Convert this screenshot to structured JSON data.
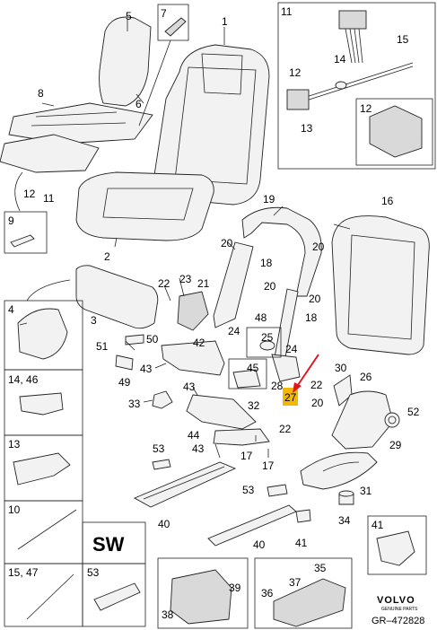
{
  "diagram": {
    "callouts": {
      "c1": "1",
      "c2": "2",
      "c3": "3",
      "c5": "5",
      "c6": "6",
      "c8": "8",
      "c11": "11",
      "c12a": "12",
      "c12b": "12",
      "c12c": "12",
      "c13": "13",
      "c14": "14",
      "c15": "15",
      "c16": "16",
      "c17a": "17",
      "c17b": "17",
      "c18a": "18",
      "c18b": "18",
      "c19": "19",
      "c20a": "20",
      "c20b": "20",
      "c20c": "20",
      "c20d": "20",
      "c20e": "20",
      "c21": "21",
      "c22a": "22",
      "c22b": "22",
      "c22c": "22",
      "c23": "23",
      "c24": "24",
      "c24b": "24",
      "c25": "25",
      "c26": "26",
      "c27": "27",
      "c28": "28",
      "c29": "29",
      "c30": "30",
      "c31": "31",
      "c32": "32",
      "c33": "33",
      "c34": "34",
      "c35": "35",
      "c36": "36",
      "c37": "37",
      "c38": "38",
      "c39": "39",
      "c40a": "40",
      "c40b": "40",
      "c41": "41",
      "c42": "42",
      "c43a": "43",
      "c43b": "43",
      "c43c": "43",
      "c44": "44",
      "c45": "45",
      "c48": "48",
      "c49": "49",
      "c50": "50",
      "c51": "51",
      "c52": "52",
      "c53a": "53",
      "c53b": "53"
    },
    "boxes": {
      "b11": "11",
      "b12": "12",
      "b7": "7",
      "b9": "9",
      "b4": "4",
      "b14_46": "14, 46",
      "b13": "13",
      "b10": "10",
      "b15_47": "15, 47",
      "b53": "53",
      "b41": "41",
      "b25": "25",
      "b45": "45"
    },
    "sw_label": "SW",
    "brand": "VOLVO",
    "brand_sub": "GENUINE PARTS",
    "reference": "GR–472828",
    "highlight_color": "#f5b800",
    "arrow_color": "#e3141c"
  }
}
